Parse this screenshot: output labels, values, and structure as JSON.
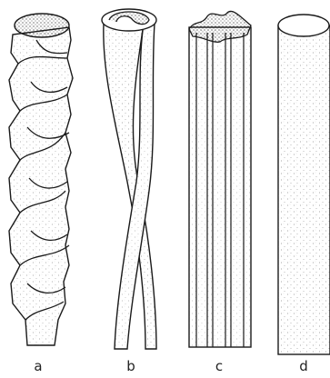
{
  "figure": {
    "panels": [
      {
        "id": "a",
        "label": "a",
        "icon": "cuticle-scaled-fiber-icon"
      },
      {
        "id": "b",
        "label": "b",
        "icon": "twisted-ribbon-fiber-icon"
      },
      {
        "id": "c",
        "label": "c",
        "icon": "striated-fiber-icon"
      },
      {
        "id": "d",
        "label": "d",
        "icon": "smooth-cylinder-fiber-icon"
      }
    ]
  },
  "colors": {
    "ink": "#1a1a1a",
    "paper": "#ffffff"
  }
}
